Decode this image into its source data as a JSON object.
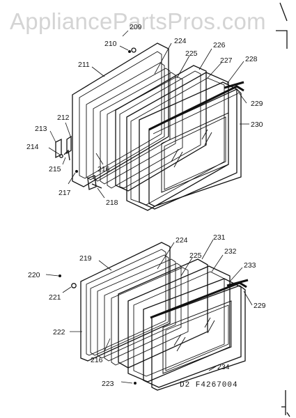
{
  "watermark": "AppliancePartsPros.com",
  "model_code": "D2  F4267004",
  "upper_labels": [
    "209",
    "210",
    "211",
    "212",
    "213",
    "214",
    "215",
    "216",
    "217",
    "218",
    "224",
    "225",
    "226",
    "227",
    "228",
    "229",
    "230"
  ],
  "lower_labels": [
    "219",
    "220",
    "221",
    "222",
    "216",
    "223",
    "224",
    "225",
    "231",
    "232",
    "233",
    "229",
    "234"
  ]
}
